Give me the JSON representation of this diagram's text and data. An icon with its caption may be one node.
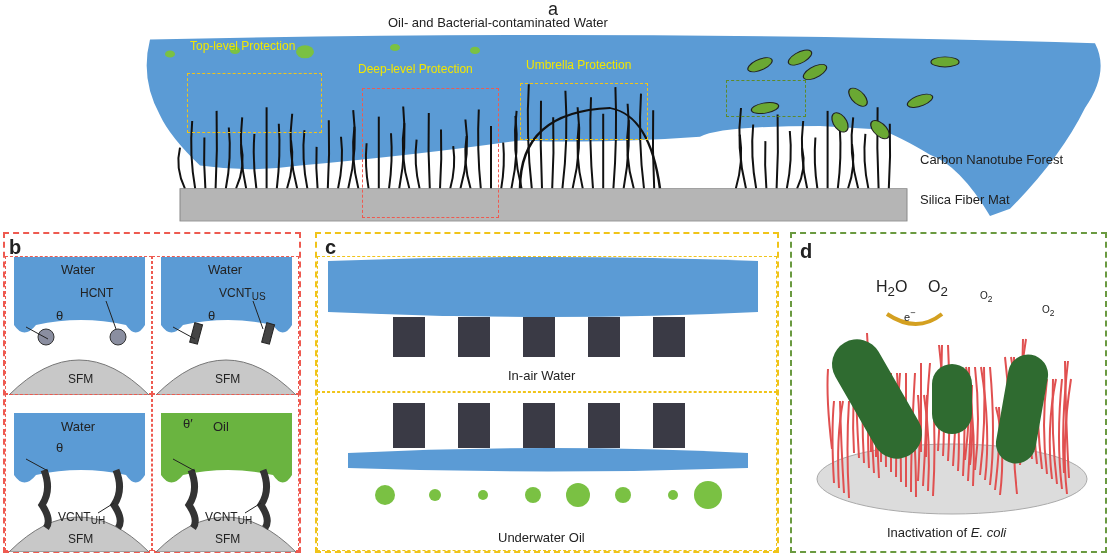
{
  "diagram": {
    "nodes": [
      {
        "text": [
          "b"
        ]
      },
      {
        "text": [
          "Water",
          "HCNT",
          "θ",
          "SFM"
        ],
        "in": 0
      },
      {
        "text": [
          "Water",
          "VCNT$_{US}$",
          "θ",
          "SFM"
        ],
        "in": 0
      },
      {
        "text": [
          "Water",
          "θ",
          "VCNT$_{UH}$",
          "SFM"
        ],
        "in": 0
      },
      {
        "text": [
          "Oil",
          "θ′",
          "VCNT$_{UH}$",
          "SFM"
        ],
        "in": 0
      },
      {
        "text": [
          "c"
        ]
      },
      {
        "text": [
          "In-air Water"
        ],
        "in": 5
      },
      {
        "text": [
          "Underwater Oil"
        ],
        "in": 5
      },
      {
        "text": [
          "d",
          "H$_{2}$O",
          "O$_{2}$",
          "e$^{−}$",
          "O$_{2}$",
          "O$_{2}$",
          "Inactivation of *E. coli*"
        ]
      },
      {
        "text": [],
        "shape": "box"
      },
      {
        "text": [],
        "shape": "box"
      },
      {
        "text": [],
        "shape": "box"
      },
      {
        "text": [],
        "shape": "box"
      }
    ],
    "labels": [
      "a",
      "Oil- and Bacterial-contaminated Water",
      "Top-level Protection",
      "Deep-level Protection",
      "Umbrella Protection",
      "Carbon Nanotube Forest",
      "Silica Fiber Mat"
    ]
  }
}
